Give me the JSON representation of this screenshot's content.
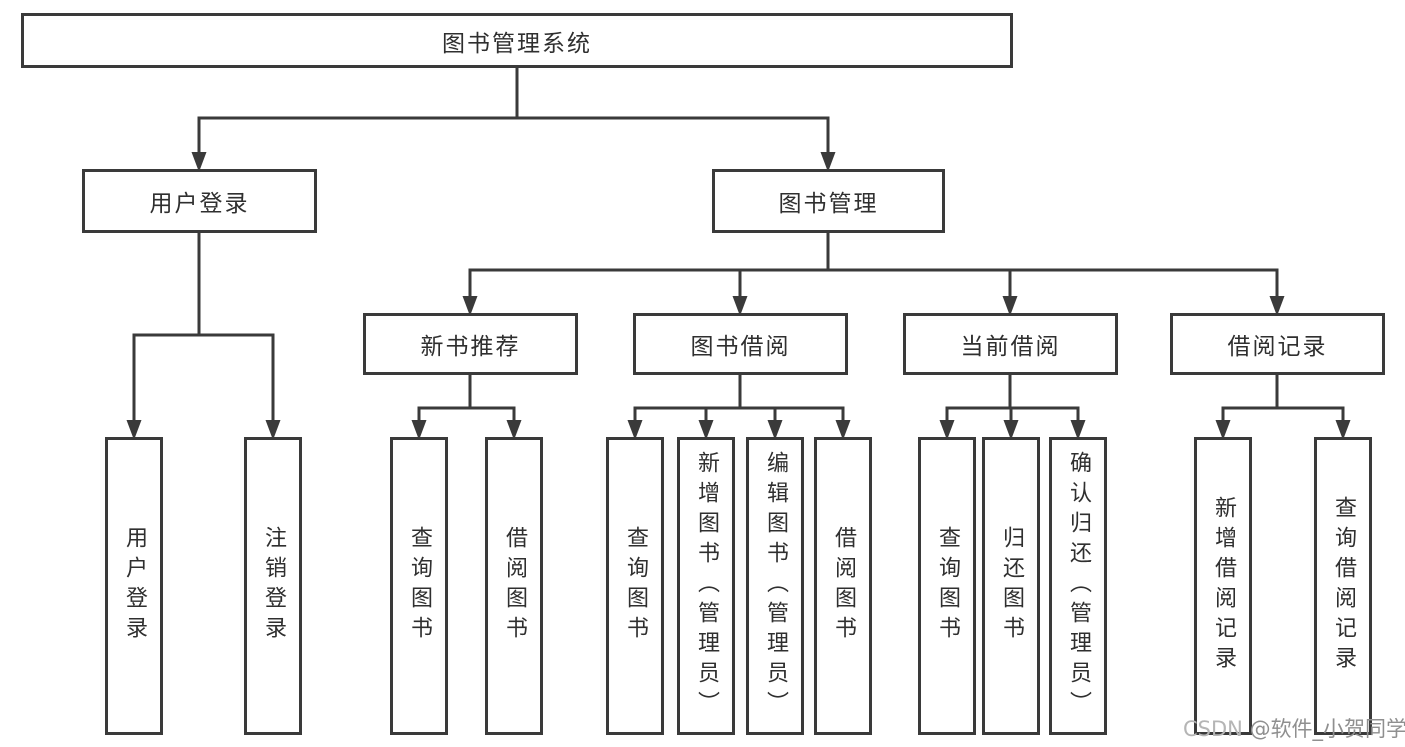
{
  "diagram": {
    "title": "图书管理系统",
    "nodes": {
      "root": {
        "label": "图书管理系统"
      },
      "level2": [
        {
          "label": "用户登录"
        },
        {
          "label": "图书管理"
        }
      ],
      "level3": [
        {
          "label": "新书推荐",
          "parent": "图书管理"
        },
        {
          "label": "图书借阅",
          "parent": "图书管理"
        },
        {
          "label": "当前借阅",
          "parent": "图书管理"
        },
        {
          "label": "借阅记录",
          "parent": "图书管理"
        }
      ],
      "leaves": [
        {
          "label": "用户登录",
          "parent": "用户登录"
        },
        {
          "label": "注销登录",
          "parent": "用户登录"
        },
        {
          "label": "查询图书",
          "parent": "新书推荐"
        },
        {
          "label": "借阅图书",
          "parent": "新书推荐"
        },
        {
          "label": "查询图书",
          "parent": "图书借阅"
        },
        {
          "label": "新增图书（管理员）",
          "parent": "图书借阅"
        },
        {
          "label": "编辑图书（管理员）",
          "parent": "图书借阅"
        },
        {
          "label": "借阅图书",
          "parent": "图书借阅"
        },
        {
          "label": "查询图书",
          "parent": "当前借阅"
        },
        {
          "label": "归还图书",
          "parent": "当前借阅"
        },
        {
          "label": "确认归还（管理员）",
          "parent": "当前借阅"
        },
        {
          "label": "新增借阅记录",
          "parent": "借阅记录"
        },
        {
          "label": "查询借阅记录",
          "parent": "借阅记录"
        }
      ]
    },
    "watermark": {
      "prefix": "CSDN",
      "handle": "@软件_小贺同学"
    },
    "colors": {
      "line": "#3a3a3a",
      "text": "#2f2f2f",
      "watermark": "#9c9c9c",
      "background": "#ffffff"
    }
  }
}
